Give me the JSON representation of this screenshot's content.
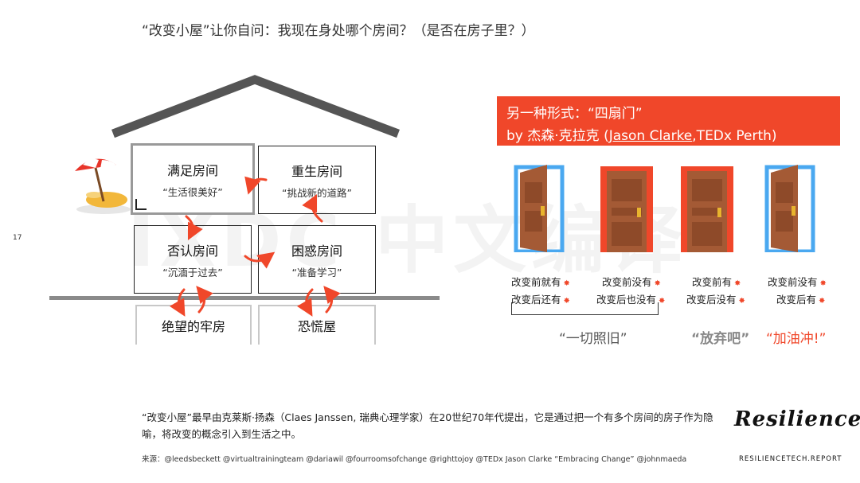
{
  "title": "“改变小屋”让你自问：我现在身处哪个房间？（是否在房子里？）",
  "page_number": "17",
  "watermark": "IXDC 中文编译",
  "house": {
    "rooms": [
      {
        "name": "满足房间",
        "quote": "“生活很美好”"
      },
      {
        "name": "重生房间",
        "quote": "“挑战新的道路”"
      },
      {
        "name": "否认房间",
        "quote": "“沉湎于过去”"
      },
      {
        "name": "困惑房间",
        "quote": "“准备学习”"
      }
    ],
    "basement": [
      "绝望的牢房",
      "恐慌屋"
    ],
    "icons": [
      "beach-umbrella-island-icon"
    ]
  },
  "four_doors": {
    "banner_line1": "另一种形式：“四扇门”",
    "banner_by": "by 杰森·克拉克 (",
    "banner_name": "Jason Clarke",
    "banner_rest": ",TEDx Perth)",
    "doors": [
      {
        "frame_color": "#4aa8f0",
        "state": "open",
        "line1": "改变前就有",
        "line2": "改变后还有"
      },
      {
        "frame_color": "#f0472a",
        "state": "closed",
        "line1": "改变前没有",
        "line2": "改变后也没有"
      },
      {
        "frame_color": "#f0472a",
        "state": "closed",
        "line1": "改变前有",
        "line2": "改变后没有"
      },
      {
        "frame_color": "#4aa8f0",
        "state": "open",
        "line1": "改变前没有",
        "line2": "改变后有"
      }
    ],
    "verdicts": [
      {
        "text": "“一切照旧”",
        "color": "#555555"
      },
      {
        "text": "“放弃吧”",
        "color": "#888888"
      },
      {
        "text": "“加油冲!”",
        "color": "#f0472a"
      }
    ]
  },
  "description": "“改变小屋”最早由克莱斯·扬森（Claes Janssen, 瑞典心理学家）在20世纪70年代提出，它是通过把一个有多个房间的房子作为隐喻，将改变的概念引入到生活之中。",
  "source": "来源：@leedsbeckett @virtualtrainingteam @dariawil @fourroomsofchange @righttojoy @TEDx Jason Clarke “Embracing Change” @johnmaeda",
  "logo_text": "Resilience",
  "logo_url": "RESILIENCETECH.REPORT"
}
